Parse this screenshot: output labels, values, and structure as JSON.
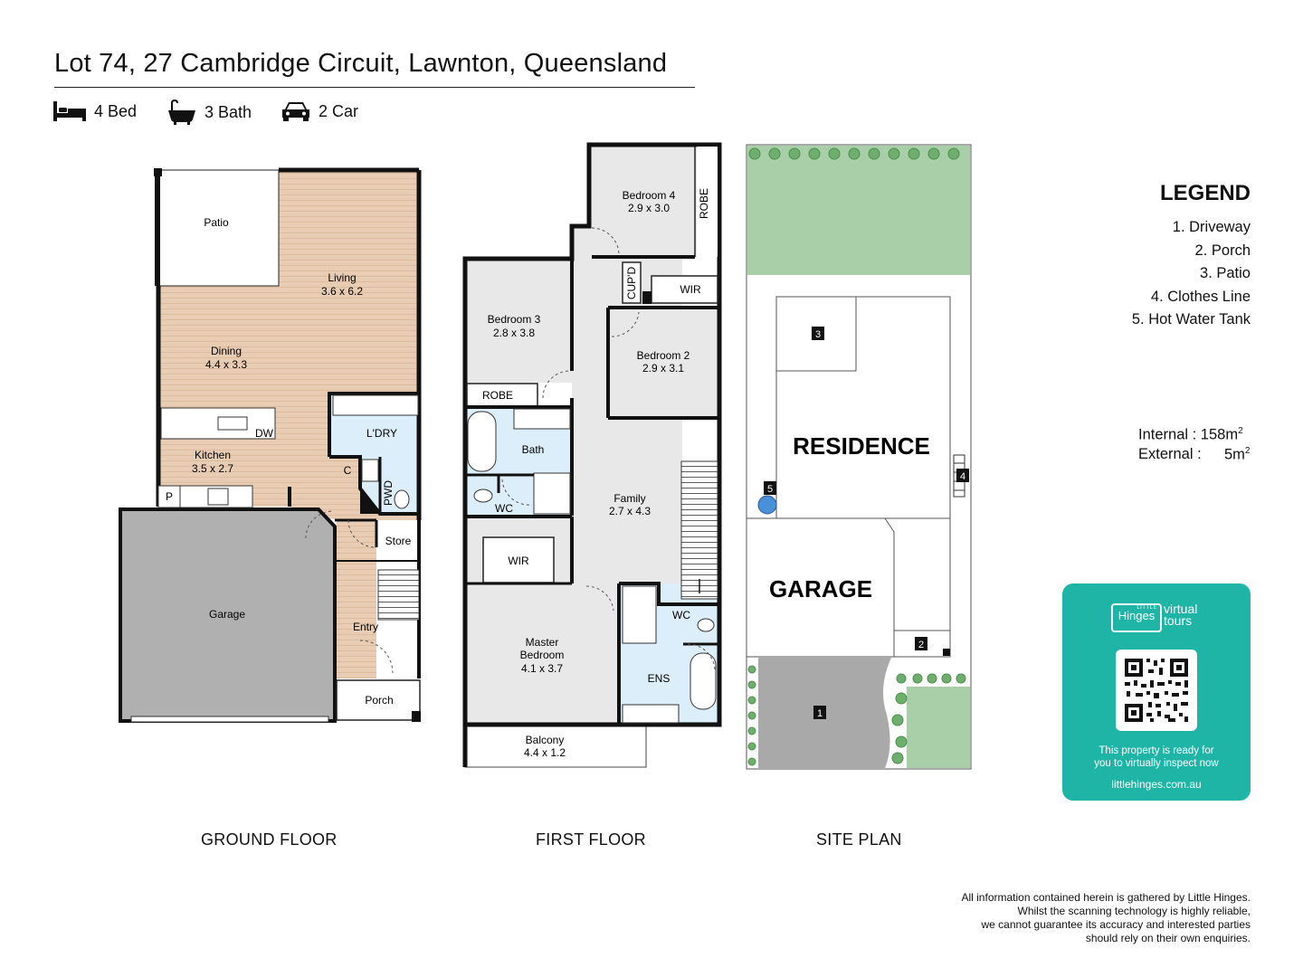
{
  "header": {
    "title": "Lot 74, 27 Cambridge Circuit, Lawnton, Queensland",
    "features": [
      {
        "icon": "bed-icon",
        "label": "4 Bed"
      },
      {
        "icon": "bath-icon",
        "label": "3 Bath"
      },
      {
        "icon": "car-icon",
        "label": "2 Car"
      }
    ]
  },
  "ground_floor": {
    "label": "GROUND FLOOR",
    "rooms": {
      "patio": {
        "name": "Patio"
      },
      "living": {
        "name": "Living",
        "size": "3.6 x 6.2"
      },
      "dining": {
        "name": "Dining",
        "size": "4.4 x 3.3"
      },
      "kitchen": {
        "name": "Kitchen",
        "size": "3.5 x 2.7"
      },
      "dw": "DW",
      "pantry": "P",
      "laundry": "L'DRY",
      "cupboard": "C",
      "pwd": "PWD",
      "store": "Store",
      "garage": "Garage",
      "entry": "Entry",
      "porch": "Porch"
    }
  },
  "first_floor": {
    "label": "FIRST FLOOR",
    "rooms": {
      "bedroom4": {
        "name": "Bedroom 4",
        "size": "2.9 x 3.0"
      },
      "robe4": "ROBE",
      "cupd": "CUP'D",
      "wir2": "WIR",
      "bedroom3": {
        "name": "Bedroom 3",
        "size": "2.8 x 3.8"
      },
      "bedroom2": {
        "name": "Bedroom 2",
        "size": "2.9 x 3.1"
      },
      "robe3": "ROBE",
      "bath": "Bath",
      "wc1": "WC",
      "family": {
        "name": "Family",
        "size": "2.7 x 4.3"
      },
      "wir_master": "WIR",
      "wc2": "WC",
      "master": {
        "name1": "Master",
        "name2": "Bedroom",
        "size": "4.1 x 3.7"
      },
      "ens": "ENS",
      "balcony": {
        "name": "Balcony",
        "size": "4.4 x 1.2"
      }
    }
  },
  "site_plan": {
    "label": "SITE PLAN",
    "residence": "RESIDENCE",
    "garage": "GARAGE",
    "markers": [
      "1",
      "2",
      "3",
      "4",
      "5"
    ]
  },
  "legend": {
    "title": "LEGEND",
    "items": [
      "1. Driveway",
      "2. Porch",
      "3. Patio",
      "4. Clothes Line",
      "5. Hot Water Tank"
    ]
  },
  "areas": {
    "internal_label": "Internal  : 158m",
    "external_label": "External :",
    "external_value": "5m",
    "superscript": "2"
  },
  "virtual_tours": {
    "brand_small": "LITTLE",
    "brand": "Hinges",
    "product_line1": "virtual",
    "product_line2": "tours",
    "message_line1": "This property is ready for",
    "message_line2": "you to virtually inspect now",
    "url": "littlehinges.com.au"
  },
  "disclaimer": [
    "All information contained herein is gathered by Little Hinges.",
    "Whilst the scanning technology is highly reliable,",
    "we cannot guarantee its accuracy and interested parties",
    "should rely on their own enquiries."
  ],
  "colors": {
    "wood": "#e8cdb4",
    "tile": "#dbeefa",
    "garage": "#b0b0b0",
    "carpet": "#e8e8e8",
    "lawn": "#a8cfa8",
    "driveway": "#a9a9a9",
    "teal": "#1fb5a6"
  }
}
